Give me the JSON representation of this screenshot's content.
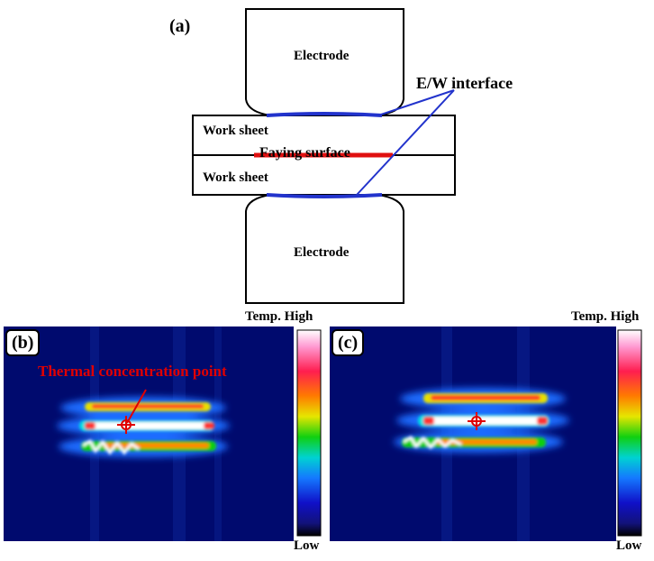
{
  "panel_a": {
    "tag": "(a)",
    "top_electrode": "Electrode",
    "bottom_electrode": "Electrode",
    "top_sheet": "Work sheet",
    "bottom_sheet": "Work sheet",
    "faying_surface": "Faying surface",
    "ew_interface": "E/W interface",
    "colors": {
      "interface": "#2233cc",
      "faying": "#e01010"
    }
  },
  "panel_b": {
    "tag": "(b)",
    "annotation": "Thermal concentration point",
    "scale_high": "Temp. High",
    "scale_low": "Low"
  },
  "panel_c": {
    "tag": "(c)",
    "scale_high": "Temp. High",
    "scale_low": "Low"
  },
  "colors": {
    "thermal_bg": "#000a6e",
    "annotation": "#e00000"
  }
}
